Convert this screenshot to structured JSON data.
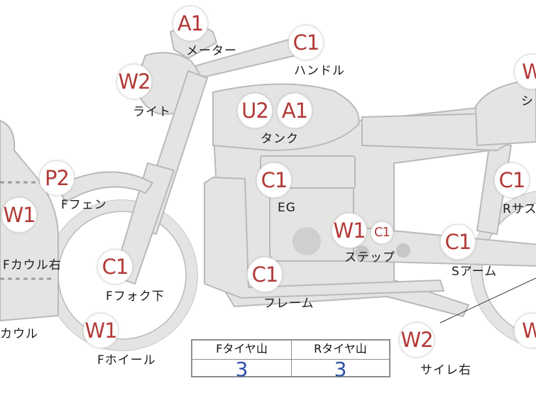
{
  "badges": {
    "meter": "A1",
    "handle": "C1",
    "light": "W2",
    "tank_1": "U2",
    "tank_2": "A1",
    "seat": "W",
    "fender": "P2",
    "engine": "C1",
    "rear_susp": "C1",
    "cowl_right": "W1",
    "step_1": "W1",
    "step_2": "C1",
    "swingarm": "C1",
    "fork": "C1",
    "frame": "C1",
    "front_wheel": "W1",
    "silencer": "W2",
    "rear_wheel": "W"
  },
  "labels": {
    "meter": "メーター",
    "handle": "ハンドル",
    "light": "ライト",
    "tank": "タンク",
    "seat": "シ",
    "fender": "Fフェン",
    "engine": "EG",
    "rear_susp": "Rサス",
    "cowl_right": "Fカウル右",
    "step": "ステップ",
    "swingarm": "Sアーム",
    "fork": "Fフォク下",
    "frame": "フレーム",
    "cowl": "カウル",
    "front_wheel": "Fホイール",
    "silencer": "サイレ右"
  },
  "tire_table": {
    "front_header": "Fタイヤ山",
    "rear_header": "Rタイヤ山",
    "front_value": "3",
    "rear_value": "3"
  },
  "colors": {
    "part_fill": "#e4e5e3",
    "badge_text": "#b23a38",
    "value_text": "#2b4fa3"
  }
}
